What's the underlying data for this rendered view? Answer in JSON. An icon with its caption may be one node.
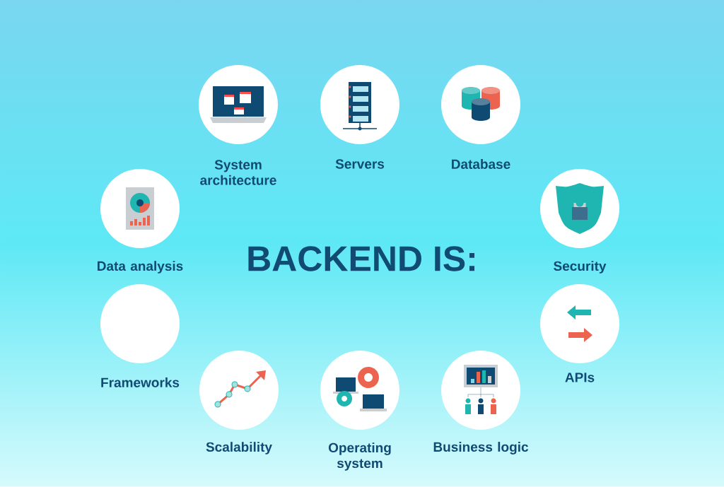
{
  "diagram": {
    "title": "BACKEND IS:",
    "nodes": [
      {
        "text": [
          "System architecture"
        ]
      },
      {
        "text": [
          "Servers"
        ]
      },
      {
        "text": [
          "Database"
        ]
      },
      {
        "text": [
          "Data analysis"
        ]
      },
      {
        "text": [
          "Security"
        ]
      },
      {
        "text": [
          "Frameworks"
        ]
      },
      {
        "text": [
          "APIs"
        ]
      },
      {
        "text": [
          "Scalability"
        ]
      },
      {
        "text": [
          "Operating system"
        ]
      },
      {
        "text": [
          "Business logic"
        ]
      }
    ]
  }
}
